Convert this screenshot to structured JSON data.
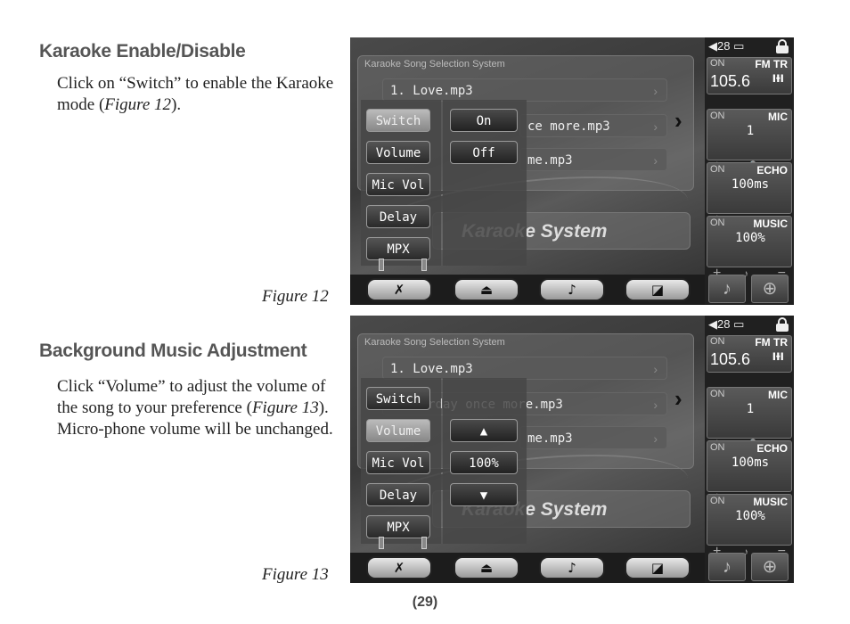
{
  "section1": {
    "heading": "Karaoke Enable/Disable",
    "text_before": "Click on “Switch” to enable the Karaoke mode (",
    "figure_ref": "Figure 12",
    "text_after": ")."
  },
  "section2": {
    "heading": "Background Music Adjustment",
    "text_before": "Click “Volume” to adjust the volume of the song to your preference (",
    "figure_ref": "Figure 13",
    "text_after": "). Micro-phone volume will be unchanged."
  },
  "figure12": {
    "caption": "Figure 12",
    "system_title": "Karaoke Song Selection System",
    "songs": [
      "1. Love.mp3",
      "ce more.mp3",
      "me.mp3"
    ],
    "banner": "Karaoke System",
    "menu": [
      "Switch",
      "Volume",
      "Mic Vol",
      "Delay",
      "MPX"
    ],
    "active_menu": "Switch",
    "options": [
      "On",
      "Off"
    ],
    "status": "◀28 ▭",
    "fm": {
      "on": "ON",
      "name": "FM TR",
      "freq": "105.6",
      "icon": "antenna-icon"
    },
    "mic": {
      "on": "ON",
      "name": "MIC",
      "value": "1"
    },
    "echo": {
      "on": "ON",
      "name": "ECHO",
      "value": "100ms"
    },
    "music": {
      "on": "ON",
      "name": "MUSIC",
      "value": "100%"
    }
  },
  "figure13": {
    "caption": "Figure 13",
    "system_title": "Karaoke Song Selection System",
    "songs": [
      "1. Love.mp3",
      "Yesterday once more.mp3",
      "me.mp3"
    ],
    "banner": "Karaoke System",
    "menu": [
      "Switch",
      "Volume",
      "Mic Vol",
      "Delay",
      "MPX"
    ],
    "active_menu": "Volume",
    "options": [
      "▲",
      "100%",
      "▼"
    ],
    "status": "◀28 ▭",
    "fm": {
      "on": "ON",
      "name": "FM TR",
      "freq": "105.6",
      "icon": "antenna-icon"
    },
    "mic": {
      "on": "ON",
      "name": "MIC",
      "value": "1"
    },
    "echo": {
      "on": "ON",
      "name": "ECHO",
      "value": "100ms"
    },
    "music": {
      "on": "ON",
      "name": "MUSIC",
      "value": "100%"
    }
  },
  "page_number": "(29)"
}
